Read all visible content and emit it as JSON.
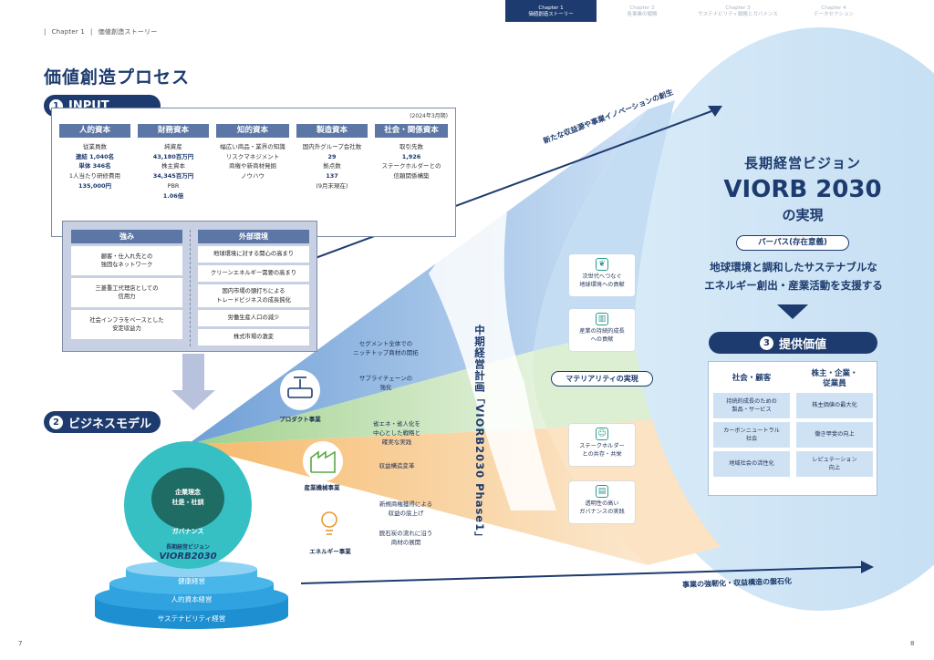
{
  "header": {
    "crumb_chapter": "Chapter 1",
    "crumb_title": "価値創造ストーリー",
    "tabs": [
      {
        "chapter": "Chapter 1",
        "label": "価値創造ストーリー"
      },
      {
        "chapter": "Chapter 2",
        "label": "各事業の戦略"
      },
      {
        "chapter": "Chapter 3",
        "label": "サステナビリティ戦略とガバナンス"
      },
      {
        "chapter": "Chapter 4",
        "label": "データセクション"
      }
    ]
  },
  "page_title": "価値創造プロセス",
  "input": {
    "num": "1",
    "title": "INPUT",
    "as_of": "(2024年3月期)",
    "capitals": [
      {
        "name": "人的資本",
        "lines": [
          {
            "t": "従業員数",
            "b": false
          },
          {
            "t": "連結 1,040名",
            "b": true
          },
          {
            "t": "単体 346名",
            "b": true
          },
          {
            "t": "1人当たり研修費用",
            "b": false
          },
          {
            "t": "135,000円",
            "b": true
          }
        ]
      },
      {
        "name": "財務資本",
        "lines": [
          {
            "t": "純資産",
            "b": false
          },
          {
            "t": "43,180百万円",
            "b": true
          },
          {
            "t": "株主資本",
            "b": false
          },
          {
            "t": "34,345百万円",
            "b": true
          },
          {
            "t": "PBR",
            "b": false
          },
          {
            "t": "1.06倍",
            "b": true
          }
        ]
      },
      {
        "name": "知的資本",
        "lines": [
          {
            "t": "幅広い商品・業界の知識",
            "b": false
          },
          {
            "t": "リスクマネジメント",
            "b": false
          },
          {
            "t": "商権や新商材発掘",
            "b": false
          },
          {
            "t": "ノウハウ",
            "b": false
          }
        ]
      },
      {
        "name": "製造資本",
        "lines": [
          {
            "t": "国内外グループ会社数",
            "b": false
          },
          {
            "t": "29",
            "b": true
          },
          {
            "t": "拠点数",
            "b": false
          },
          {
            "t": "137",
            "b": true
          },
          {
            "t": "(9月末現在)",
            "b": false
          }
        ]
      },
      {
        "name": "社会・関係資本",
        "lines": [
          {
            "t": "取引先数",
            "b": false
          },
          {
            "t": "1,926",
            "b": true
          },
          {
            "t": "ステークホルダーとの",
            "b": false
          },
          {
            "t": "信頼関係構築",
            "b": false
          }
        ]
      }
    ]
  },
  "strengths": {
    "title": "強み",
    "items": [
      "顧客・仕入れ先との\n強固なネットワーク",
      "三菱重工代理店としての\n信用力",
      "社会インフラをベースとした\n安定収益力"
    ]
  },
  "environment": {
    "title": "外部環境",
    "items": [
      "地球環境に対する関心の高まり",
      "クリーンエネルギー需要の高まり",
      "国内市場の頭打ちによる\nトレードビジネスの成長鈍化",
      "労働生産人口の減少",
      "株式市場の激変"
    ]
  },
  "business_model": {
    "num": "2",
    "title": "ビジネスモデル",
    "core": "企業理念\n社是・社訓",
    "governance": "ガバナンス",
    "vision_small": "長期経営ビジョン",
    "vision_logo": "VIORB2030",
    "layers": [
      "健康経営",
      "人的資本経営",
      "サステナビリティ経営"
    ]
  },
  "segments": [
    {
      "name": "プロダクト事業",
      "icon": "valve-icon",
      "notes": [
        "セグメント全体での\nニッチトップ商材の開拓",
        "サプライチェーンの\n強化"
      ]
    },
    {
      "name": "産業機械事業",
      "icon": "factory-icon",
      "notes": [
        "省エネ・省人化を\n中心とした戦略と\n確実な実践",
        "収益構造変革"
      ]
    },
    {
      "name": "エネルギー事業",
      "icon": "bulb-icon",
      "notes": [
        "新規商権獲得による\n収益の底上げ",
        "脱石炭の流れに沿う\n商材の展開"
      ]
    }
  ],
  "midterm": "中期経営計画「VIORB2030 Phase1」",
  "materiality": {
    "title": "マテリアリティの実現",
    "items": [
      {
        "label": "次世代へつなぐ\n地球環境への貢献",
        "icon": "leaf-icon"
      },
      {
        "label": "産業の持続的成長\nへの貢献",
        "icon": "growth-chart-icon"
      },
      {
        "label": "ステークホルダー\nとの共存・共栄",
        "icon": "people-icon"
      },
      {
        "label": "透明性の高い\nガバナンスの実践",
        "icon": "building-icon"
      }
    ]
  },
  "arrows": {
    "top": "新たな収益源や事業イノベーションの創生",
    "bottom": "事業の強靭化・収益構造の盤石化"
  },
  "vision": {
    "line1": "長期経営ビジョン",
    "line2": "VIORB 2030",
    "line3": "の実現",
    "purpose_label": "パーパス(存在意義)",
    "purpose_text": "地球環境と調和したサステナブルな\nエネルギー創出・産業活動を支援する"
  },
  "value": {
    "num": "3",
    "title": "提供価値",
    "columns": [
      {
        "head": "社会・顧客",
        "items": [
          "持続的成長のための\n製品・サービス",
          "カーボンニュートラル\n社会",
          "地域社会の活性化"
        ]
      },
      {
        "head": "株主・企業・\n従業員",
        "items": [
          "株主価値の最大化",
          "働き甲斐の向上",
          "レピュテーション\n向上"
        ]
      }
    ]
  },
  "pages": {
    "left": "7",
    "right": "8"
  },
  "colors": {
    "navy": "#1d3b6e",
    "blue_mid": "#5c76a5",
    "teal": "#36c0c4",
    "light_blue": "#dbeaf8"
  }
}
